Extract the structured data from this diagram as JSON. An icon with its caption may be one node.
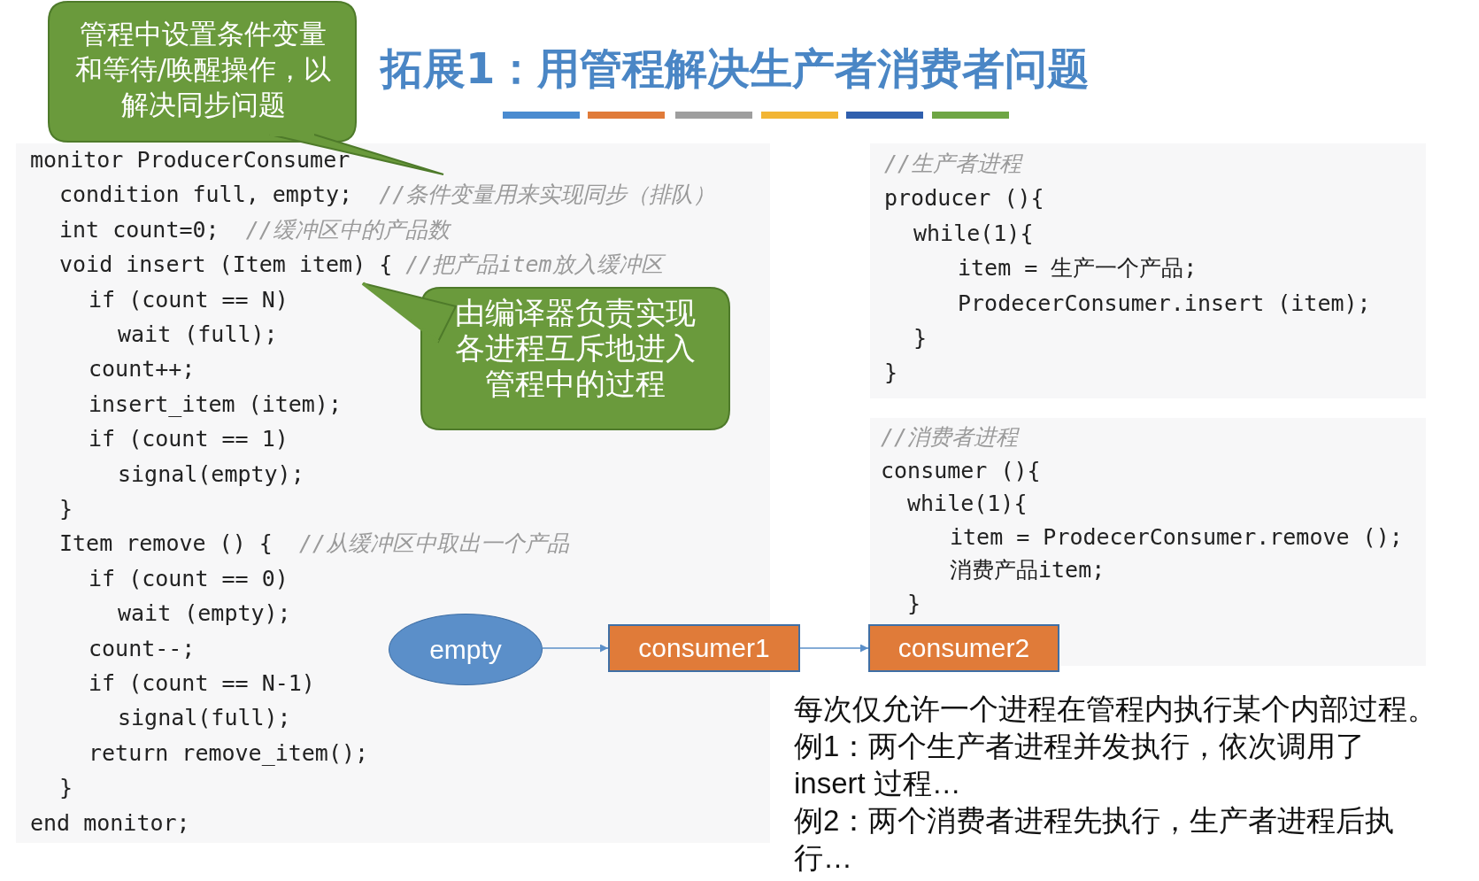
{
  "diagram": {
    "title": "拓展1：用管程解决生产者消费者问题",
    "nodes": [
      {
        "text": [
          "管程中设置条件变量和等待/唤醒操作，以解决同步问题"
        ]
      },
      {
        "text": [
          "monitor ProducerConsumer",
          "condition full, empty;  //条件变量用来实现同步（排队）",
          "int count=0;  //缓冲区中的产品数",
          "void insert (Item item) { //把产品item放入缓冲区",
          "if (count == N)",
          "wait (full);",
          "count++;",
          "insert_item (item);",
          "if (count == 1)",
          "signal(empty);",
          "}",
          "Item remove () {  //从缓冲区中取出一个产品",
          "if (count == 0)",
          "wait (empty);",
          "count--;",
          "if (count == N-1)",
          "signal(full);",
          "return remove_item();",
          "}",
          "end monitor;"
        ]
      },
      {
        "text": [
          "由编译器负责实现各进程互斥地进入管程中的过程"
        ],
        "in": 1
      },
      {
        "text": [
          "//生产者进程",
          "producer (){",
          "while(1){",
          "item = 生产一个产品;",
          "ProdecerConsumer.insert (item);",
          "}",
          "}"
        ]
      },
      {
        "text": [
          "//消费者进程",
          "consumer (){",
          "while(1){",
          "item = ProdecerConsumer.remove ();",
          "消费产品item;",
          "}"
        ]
      },
      {
        "text": [
          "empty"
        ],
        "in": 1
      },
      {
        "text": [
          "consumer1"
        ]
      },
      {
        "text": [
          "consumer2"
        ]
      }
    ],
    "edges": [
      {
        "from": 5,
        "to": 6,
        "arrow": "to"
      },
      {
        "from": 6,
        "to": 7,
        "arrow": "to"
      }
    ],
    "labels": [
      "每次仅允许一个进程在管程内执行某个内部过程。",
      "例1：两个生产者进程并发执行，依次调用了 insert 过程…",
      "例2：两个消费者进程先执行，生产者进程后执行…"
    ]
  }
}
